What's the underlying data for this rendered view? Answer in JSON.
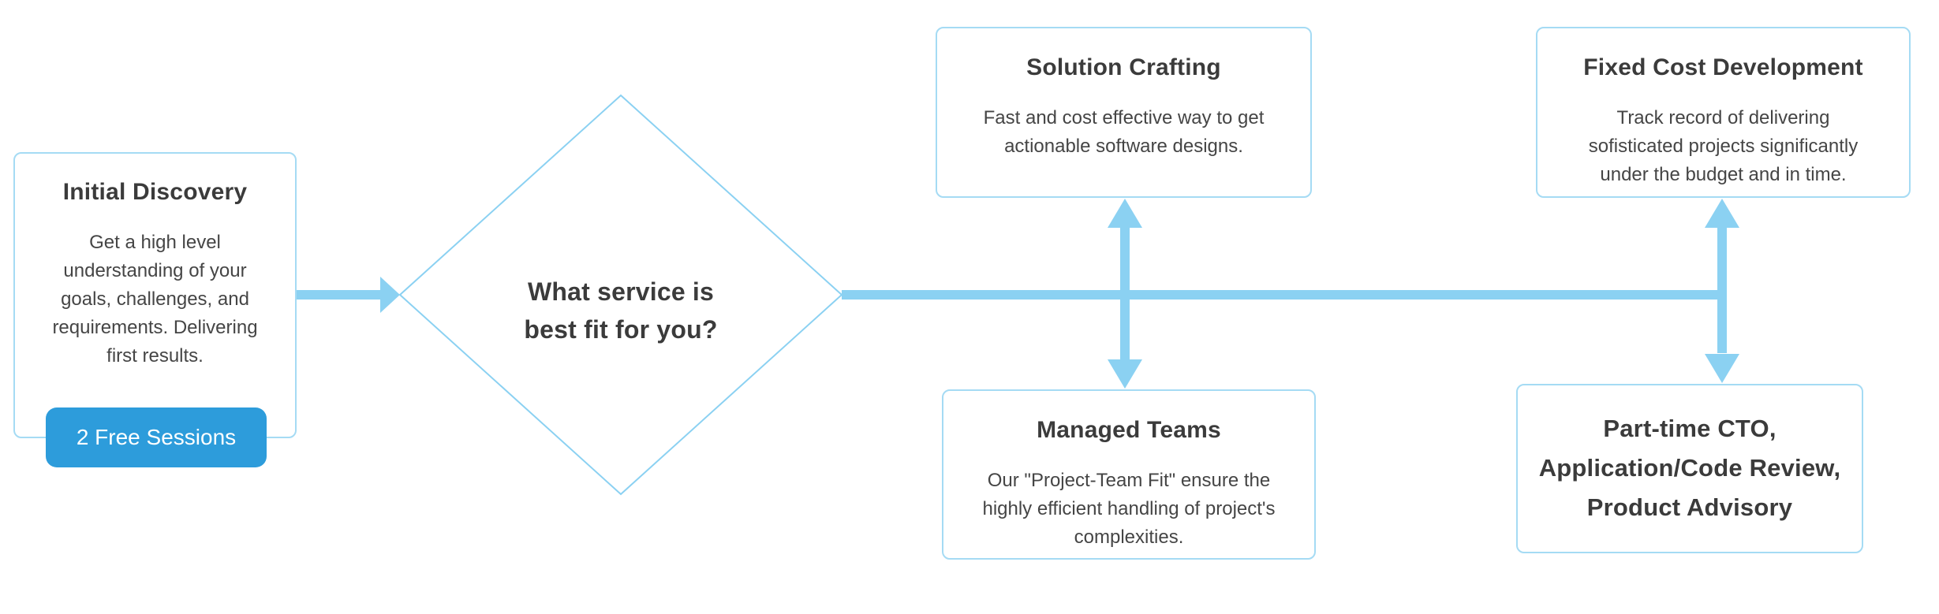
{
  "diagram": {
    "colors": {
      "connector": "#8BD1F2",
      "box_border": "#A5DBF4",
      "title_text": "#3B3B3B",
      "body_text": "#454545",
      "button_bg": "#2D9CDB",
      "button_text": "#FFFFFF",
      "background": "#FFFFFF"
    },
    "nodes": {
      "initial_discovery": {
        "title": "Initial Discovery",
        "body_lines": [
          "Get a high level",
          "understanding of your",
          "goals, challenges, and",
          "requirements. Delivering",
          "first results."
        ],
        "button_label": "2 Free Sessions"
      },
      "decision": {
        "title_lines": [
          "What service is",
          "best fit for you?"
        ]
      },
      "solution_crafting": {
        "title": "Solution Crafting",
        "body_lines": [
          "Fast and cost effective way to get",
          "actionable software designs."
        ]
      },
      "managed_teams": {
        "title": "Managed Teams",
        "body_lines": [
          "Our \"Project-Team Fit\" ensure the",
          "highly efficient handling of project's",
          "complexities."
        ]
      },
      "fixed_cost_development": {
        "title": "Fixed Cost Development",
        "body_lines": [
          "Track record of delivering",
          "sofisticated projects significantly",
          "under the budget and in time."
        ]
      },
      "part_time_cto": {
        "title_lines": [
          "Part-time CTO,",
          "Application/Code Review,",
          "Product Advisory"
        ]
      }
    }
  }
}
